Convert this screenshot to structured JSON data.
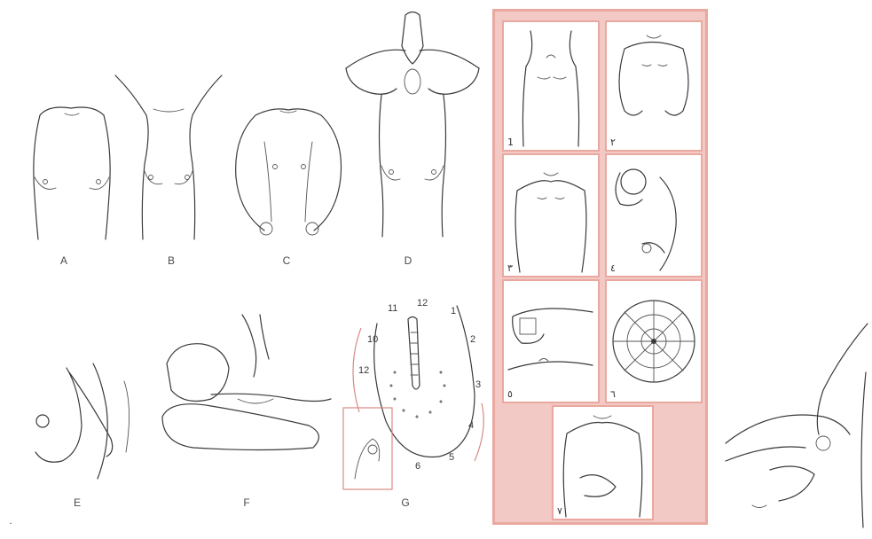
{
  "figure_labels": {
    "A": "A",
    "B": "B",
    "C": "C",
    "D": "D",
    "E": "E",
    "F": "F",
    "G": "G",
    "dot": "."
  },
  "clock_numbers": [
    "11",
    "12",
    "1",
    "10",
    "2",
    "12",
    "3",
    "4",
    "5",
    "6"
  ],
  "panel_numbers": {
    "p1": "1",
    "p2": "٢",
    "p3": "٣",
    "p4": "٤",
    "p5": "٥",
    "p6": "٦",
    "p7": "٧"
  },
  "colors": {
    "panel_bg": "#f2c9c4",
    "panel_border": "#e9a8a0",
    "ink": "#3a3a3a"
  }
}
